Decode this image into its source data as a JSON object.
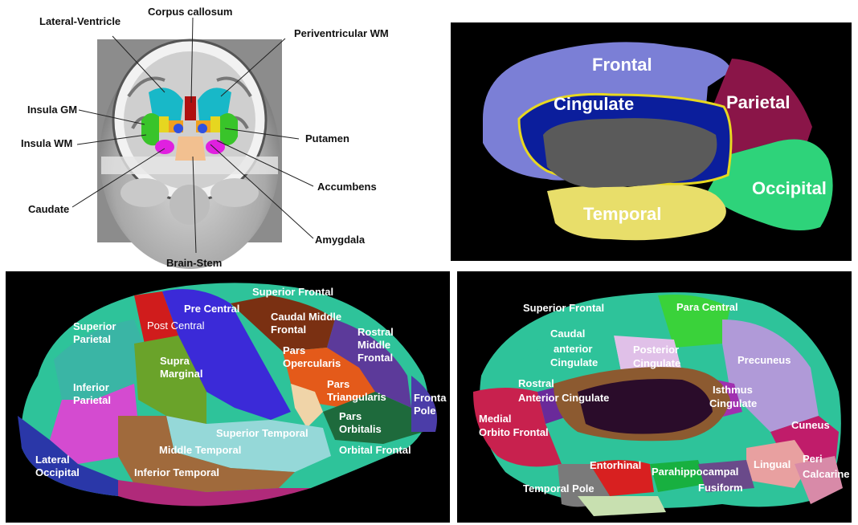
{
  "panel_a": {
    "labels": {
      "corpus_callosum": "Corpus callosum",
      "lateral_ventricle": "Lateral-Ventricle",
      "periventricular_wm": "Periventricular  WM",
      "insula_gm": "Insula GM",
      "insula_wm": "Insula WM",
      "putamen": "Putamen",
      "accumbens": "Accumbens",
      "caudate": "Caudate",
      "amygdala": "Amygdala",
      "brain_stem": "Brain-Stem"
    }
  },
  "panel_b": {
    "labels": {
      "frontal": "Frontal",
      "cingulate": "Cingulate",
      "parietal": "Parietal",
      "occipital": "Occipital",
      "temporal": "Temporal"
    }
  },
  "panel_c": {
    "labels": {
      "superior_frontal": "Superior Frontal",
      "pre_central": "Pre Central",
      "post_central": "Post Central",
      "caudal_middle_frontal_1": "Caudal Middle",
      "caudal_middle_frontal_2": "Frontal",
      "superior_parietal_1": "Superior",
      "superior_parietal_2": "Parietal",
      "rostral_middle_frontal_1": "Rostral",
      "rostral_middle_frontal_2": "Middle",
      "rostral_middle_frontal_3": "Frontal",
      "supra_marginal_1": "Supra",
      "supra_marginal_2": "Marginal",
      "pars_opercularis_1": "Pars",
      "pars_opercularis_2": "Opercularis",
      "pars_triangularis_1": "Pars",
      "pars_triangularis_2": "Triangularis",
      "inferior_parietal_1": "Inferior",
      "inferior_parietal_2": "Parietal",
      "frontal_pole_1": "Fronta",
      "frontal_pole_2": "Pole",
      "pars_orbitalis_1": "Pars",
      "pars_orbitalis_2": "Orbitalis",
      "superior_temporal": "Superior Temporal",
      "middle_temporal": "Middle Temporal",
      "orbital_frontal": "Orbital Frontal",
      "lateral_occipital_1": "Lateral",
      "lateral_occipital_2": "Occipital",
      "inferior_temporal": "Inferior Temporal"
    }
  },
  "panel_d": {
    "labels": {
      "superior_frontal": "Superior Frontal",
      "para_central": "Para Central",
      "caudal_anterior_cingulate_1": "Caudal",
      "caudal_anterior_cingulate_2": "anterior",
      "caudal_anterior_cingulate_3": "Cingulate",
      "posterior_cingulate_1": "Posterior",
      "posterior_cingulate_2": "Cingulate",
      "precuneus": "Precuneus",
      "rostral_anterior_cingulate_1": "Rostral",
      "rostral_anterior_cingulate_2": "Anterior Cingulate",
      "isthmus_cingulate_1": "Isthmus",
      "isthmus_cingulate_2": "Cingulate",
      "medial_orbito_frontal_1": "Medial",
      "medial_orbito_frontal_2": "Orbito Frontal",
      "cuneus": "Cuneus",
      "entorhinal": "Entorhinal",
      "parahippocampal": "Parahippocampal",
      "lingual": "Lingual",
      "peri_calcarine_1": "Peri",
      "peri_calcarine_2": "Calcarine",
      "temporal_pole": "Temporal Pole",
      "fusiform": "Fusiform"
    }
  },
  "colors": {
    "panel_background": "#000000",
    "frontal": "#7b7fd6",
    "cingulate": "#0b1e9c",
    "parietal": "#8a1548",
    "occipital": "#2ed37a",
    "temporal": "#e8de6a",
    "corpus": "#5a5a5a"
  }
}
